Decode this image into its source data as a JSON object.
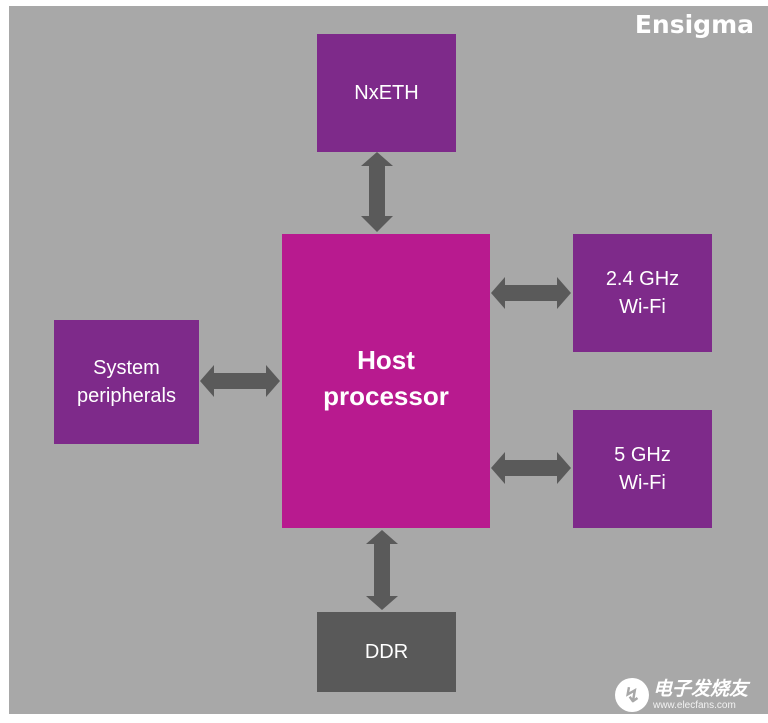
{
  "logo": {
    "text": "Ensigma"
  },
  "blocks": {
    "nxeth": "NxETH",
    "host": {
      "line1": "Host",
      "line2": "processor"
    },
    "wifi24": {
      "line1": "2.4 GHz",
      "line2": "Wi-Fi"
    },
    "wifi5": {
      "line1": "5 GHz",
      "line2": "Wi-Fi"
    },
    "peripherals": {
      "line1": "System",
      "line2": "peripherals"
    },
    "ddr": "DDR"
  },
  "watermark": {
    "chinese": "电子发烧友",
    "url": "www.elecfans.com"
  },
  "colors": {
    "background": "#a8a8a8",
    "purple_block": "#7e2a8a",
    "host_block": "#b81a8f",
    "ddr_block": "#595959",
    "arrow": "#5a5a5a"
  }
}
